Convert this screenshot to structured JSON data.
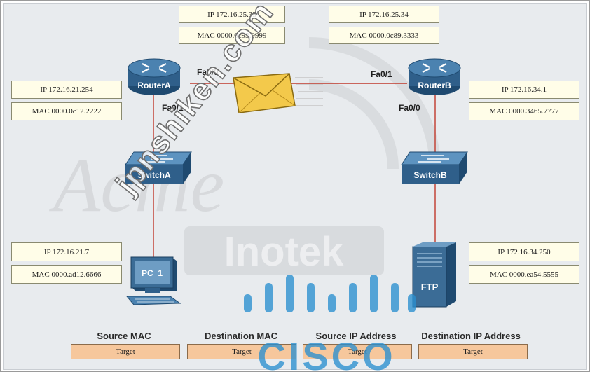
{
  "watermark": {
    "site": "jpnshiken.com",
    "logo_top": "Acme",
    "logo_bottom": "Inotek",
    "brand": "CISCO"
  },
  "colors": {
    "link": "#c0392b",
    "device": "#2f5f8a",
    "info_box": "#fffde8",
    "target_box": "#f6c79c",
    "envelope": "#f3c94b"
  },
  "devices": {
    "router_a": {
      "label": "RouterA",
      "icon": "router-icon"
    },
    "router_b": {
      "label": "RouterB",
      "icon": "router-icon"
    },
    "switch_a": {
      "label": "SwitchA",
      "icon": "switch-icon"
    },
    "switch_b": {
      "label": "SwitchB",
      "icon": "switch-icon"
    },
    "pc_1": {
      "label": "PC_1",
      "icon": "computer-icon"
    },
    "ftp": {
      "label": "FTP",
      "icon": "server-icon"
    }
  },
  "interfaces": {
    "router_a_fa00": "Fa0/0",
    "router_a_fa01": "Fa0/1",
    "router_b_fa01": "Fa0/1",
    "router_b_fa00": "Fa0/0"
  },
  "info": {
    "router_a_fa00_ip": "IP 172.16.25.33",
    "router_a_fa00_mac": "MAC 0000.0c93.9999",
    "router_b_fa01_ip": "IP 172.16.25.34",
    "router_b_fa01_mac": "MAC 0000.0c89.3333",
    "router_a_fa01_ip": "IP 172.16.21.254",
    "router_a_fa01_mac": "MAC 0000.0c12.2222",
    "router_b_fa00_ip": "IP 172.16.34.1",
    "router_b_fa00_mac": "MAC 0000.3465.7777",
    "pc_ip": "IP 172.16.21.7",
    "pc_mac": "MAC 0000.ad12.6666",
    "ftp_ip": "IP 172.16.34.250",
    "ftp_mac": "MAC 0000.ea54.5555"
  },
  "targets": [
    {
      "header": "Source MAC",
      "label": "Target"
    },
    {
      "header": "Destination MAC",
      "label": "Target"
    },
    {
      "header": "Source IP Address",
      "label": "Target"
    },
    {
      "header": "Destination IP Address",
      "label": "Target"
    }
  ]
}
